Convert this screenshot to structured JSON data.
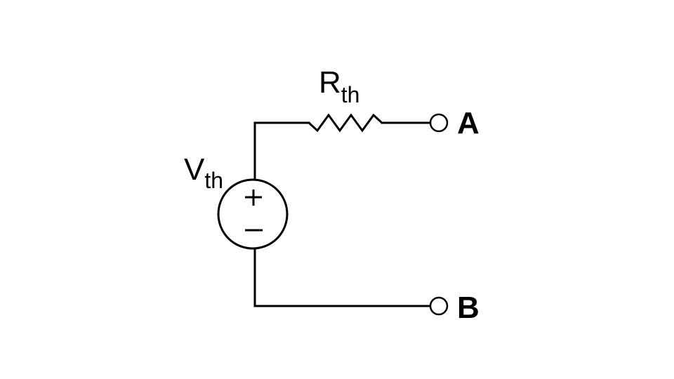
{
  "diagram": {
    "source_label": {
      "main": "V",
      "sub": "th"
    },
    "resistor_label": {
      "main": "R",
      "sub": "th"
    },
    "terminal_a": "A",
    "terminal_b": "B",
    "source_plus": "+",
    "source_minus": "−"
  }
}
